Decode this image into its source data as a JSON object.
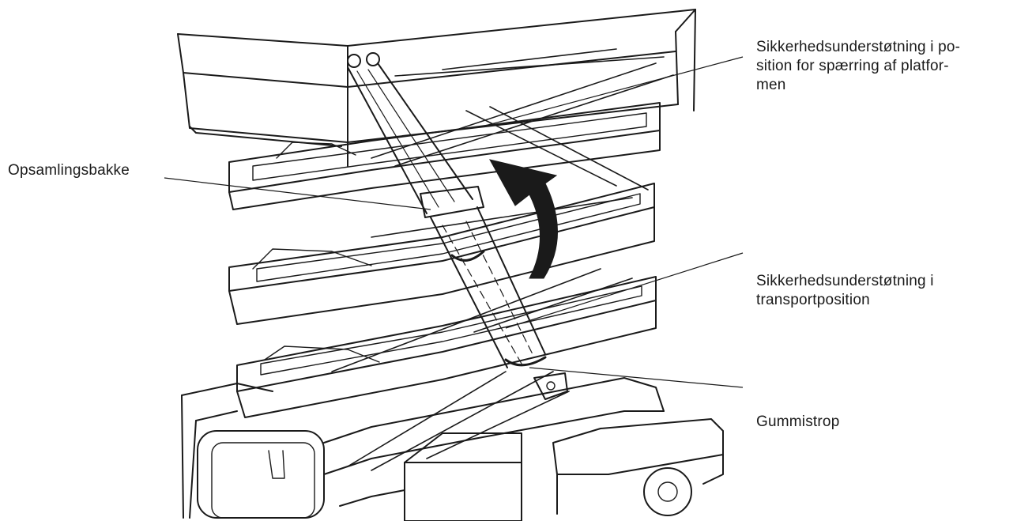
{
  "labels": {
    "safety_support_locked": [
      "Sikkerhedsunderstøtning i po-",
      "sition for spærring af platfor-",
      "men"
    ],
    "collection_tray": "Opsamlingsbakke",
    "safety_support_transport": [
      "Sikkerhedsunderstøtning i",
      "transportposition"
    ],
    "rubber_strap": "Gummistrop"
  },
  "colors": {
    "ink": "#1a1a1a",
    "background": "#ffffff"
  }
}
